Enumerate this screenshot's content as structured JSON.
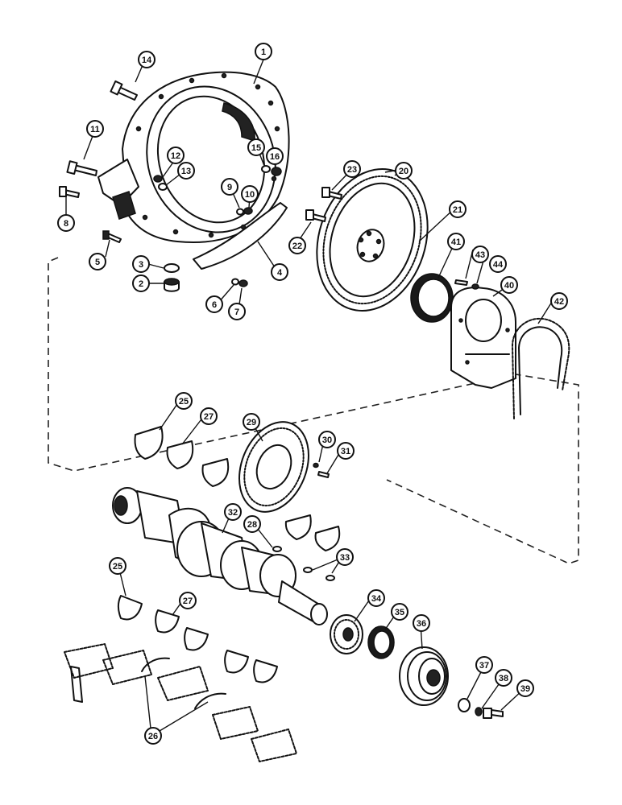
{
  "callouts": [
    {
      "id": "c1",
      "label": "1"
    },
    {
      "id": "c2",
      "label": "2"
    },
    {
      "id": "c3",
      "label": "3"
    },
    {
      "id": "c4",
      "label": "4"
    },
    {
      "id": "c5",
      "label": "5"
    },
    {
      "id": "c6",
      "label": "6"
    },
    {
      "id": "c7",
      "label": "7"
    },
    {
      "id": "c8",
      "label": "8"
    },
    {
      "id": "c9",
      "label": "9"
    },
    {
      "id": "c10",
      "label": "10"
    },
    {
      "id": "c11",
      "label": "11"
    },
    {
      "id": "c12",
      "label": "12"
    },
    {
      "id": "c13",
      "label": "13"
    },
    {
      "id": "c14",
      "label": "14"
    },
    {
      "id": "c15",
      "label": "15"
    },
    {
      "id": "c16",
      "label": "16"
    },
    {
      "id": "c20",
      "label": "20"
    },
    {
      "id": "c21",
      "label": "21"
    },
    {
      "id": "c22",
      "label": "22"
    },
    {
      "id": "c23",
      "label": "23"
    },
    {
      "id": "c25a",
      "label": "25"
    },
    {
      "id": "c25b",
      "label": "25"
    },
    {
      "id": "c26",
      "label": "26"
    },
    {
      "id": "c27a",
      "label": "27"
    },
    {
      "id": "c27b",
      "label": "27"
    },
    {
      "id": "c28",
      "label": "28"
    },
    {
      "id": "c29",
      "label": "29"
    },
    {
      "id": "c30",
      "label": "30"
    },
    {
      "id": "c31",
      "label": "31"
    },
    {
      "id": "c32",
      "label": "32"
    },
    {
      "id": "c33",
      "label": "33"
    },
    {
      "id": "c34",
      "label": "34"
    },
    {
      "id": "c35",
      "label": "35"
    },
    {
      "id": "c36",
      "label": "36"
    },
    {
      "id": "c37",
      "label": "37"
    },
    {
      "id": "c38",
      "label": "38"
    },
    {
      "id": "c39",
      "label": "39"
    },
    {
      "id": "c40",
      "label": "40"
    },
    {
      "id": "c41",
      "label": "41"
    },
    {
      "id": "c42",
      "label": "42"
    },
    {
      "id": "c43",
      "label": "43"
    },
    {
      "id": "c44",
      "label": "44"
    }
  ]
}
